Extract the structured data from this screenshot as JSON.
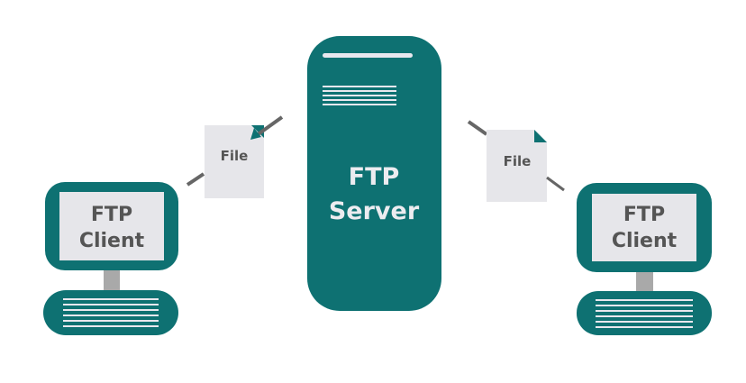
{
  "colors": {
    "teal": "#0e7172",
    "paper": "#e8e8ec",
    "arrow": "#666666",
    "stand": "#a9a9a9"
  },
  "server": {
    "line1": "FTP",
    "line2": "Server"
  },
  "left_client": {
    "line1": "FTP",
    "line2": "Client"
  },
  "right_client": {
    "line1": "FTP",
    "line2": "Client"
  },
  "left_file": {
    "label": "File"
  },
  "right_file": {
    "label": "File"
  }
}
